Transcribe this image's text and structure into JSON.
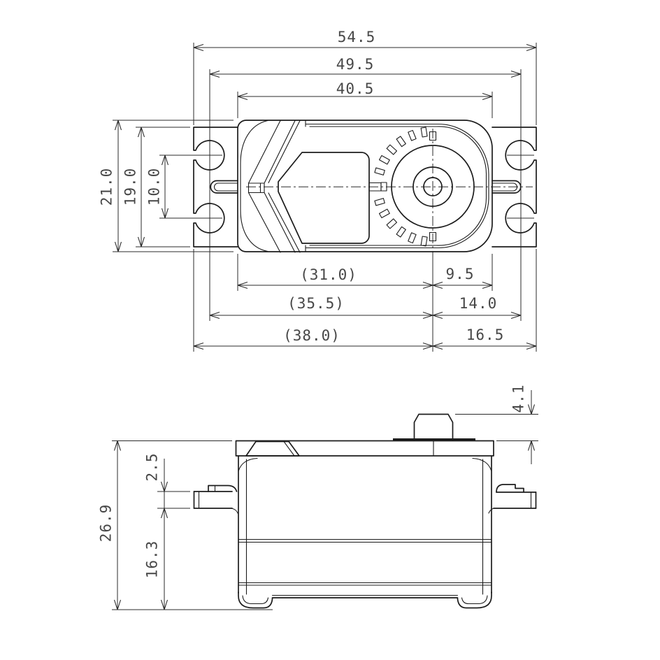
{
  "page": {
    "background": "#ffffff",
    "line_color": "#1c1c1c",
    "dim_text_color": "#474747",
    "drawing_type": "servo dimensional drawing, top and side views, units mm"
  },
  "top_view": {
    "dims": {
      "overall_width": "54.5",
      "flange_hole_span": "49.5",
      "case_width": "40.5",
      "overall_depth": "21.0",
      "tab_depth": "19.0",
      "hole_pitch": "10.0",
      "case_left_to_shaft": "(31.0)",
      "shaft_to_case_right": "9.5",
      "flange_left_to_shaft": "(35.5)",
      "shaft_to_flange_right": "14.0",
      "tab_left_to_shaft": "(38.0)",
      "shaft_to_tab_right": "16.5"
    }
  },
  "side_view": {
    "dims": {
      "shaft_protrusion": "4.1",
      "tab_thickness": "2.5",
      "overall_height": "26.9",
      "tab_to_bottom": "16.3"
    }
  }
}
